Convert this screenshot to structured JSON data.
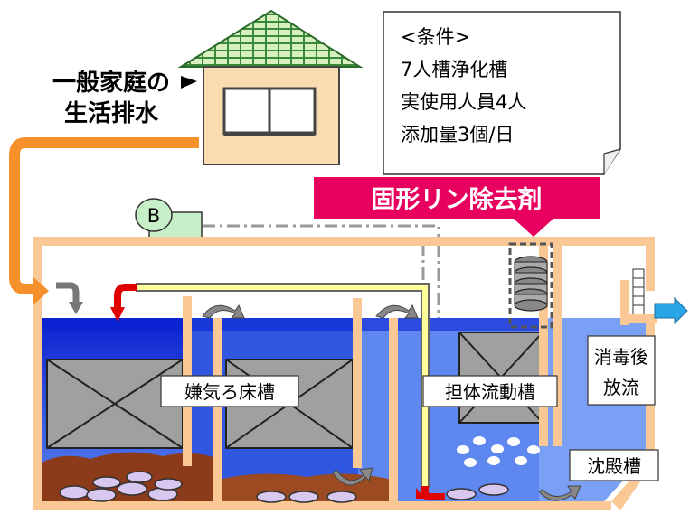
{
  "source": {
    "line1": "一般家庭の",
    "line2": "生活排水"
  },
  "conditions": {
    "header": "<条件>",
    "line1": "7人槽浄化槽",
    "line2": "実使用人員4人",
    "line3": "添加量3個/日"
  },
  "agent_label": "固形リン除去剤",
  "blower_label": "B",
  "tanks": {
    "anaerobic": "嫌気ろ床槽",
    "carrier": "担体流動槽",
    "sedimentation": "沈殿槽",
    "discharge_line1": "消毒後",
    "discharge_line2": "放流"
  },
  "colors": {
    "water_deep": "#0a2ad8",
    "water_light": "#5f87f0",
    "wall": "#f7c89a",
    "pipe": "#f5902a",
    "agent_box": "#e8005e",
    "air_line": "#ffff99",
    "return_pipe": "#e00000",
    "outflow_arrow": "#29a6e6",
    "media": "#a0a0a0",
    "sludge": "#8b3a1a"
  }
}
